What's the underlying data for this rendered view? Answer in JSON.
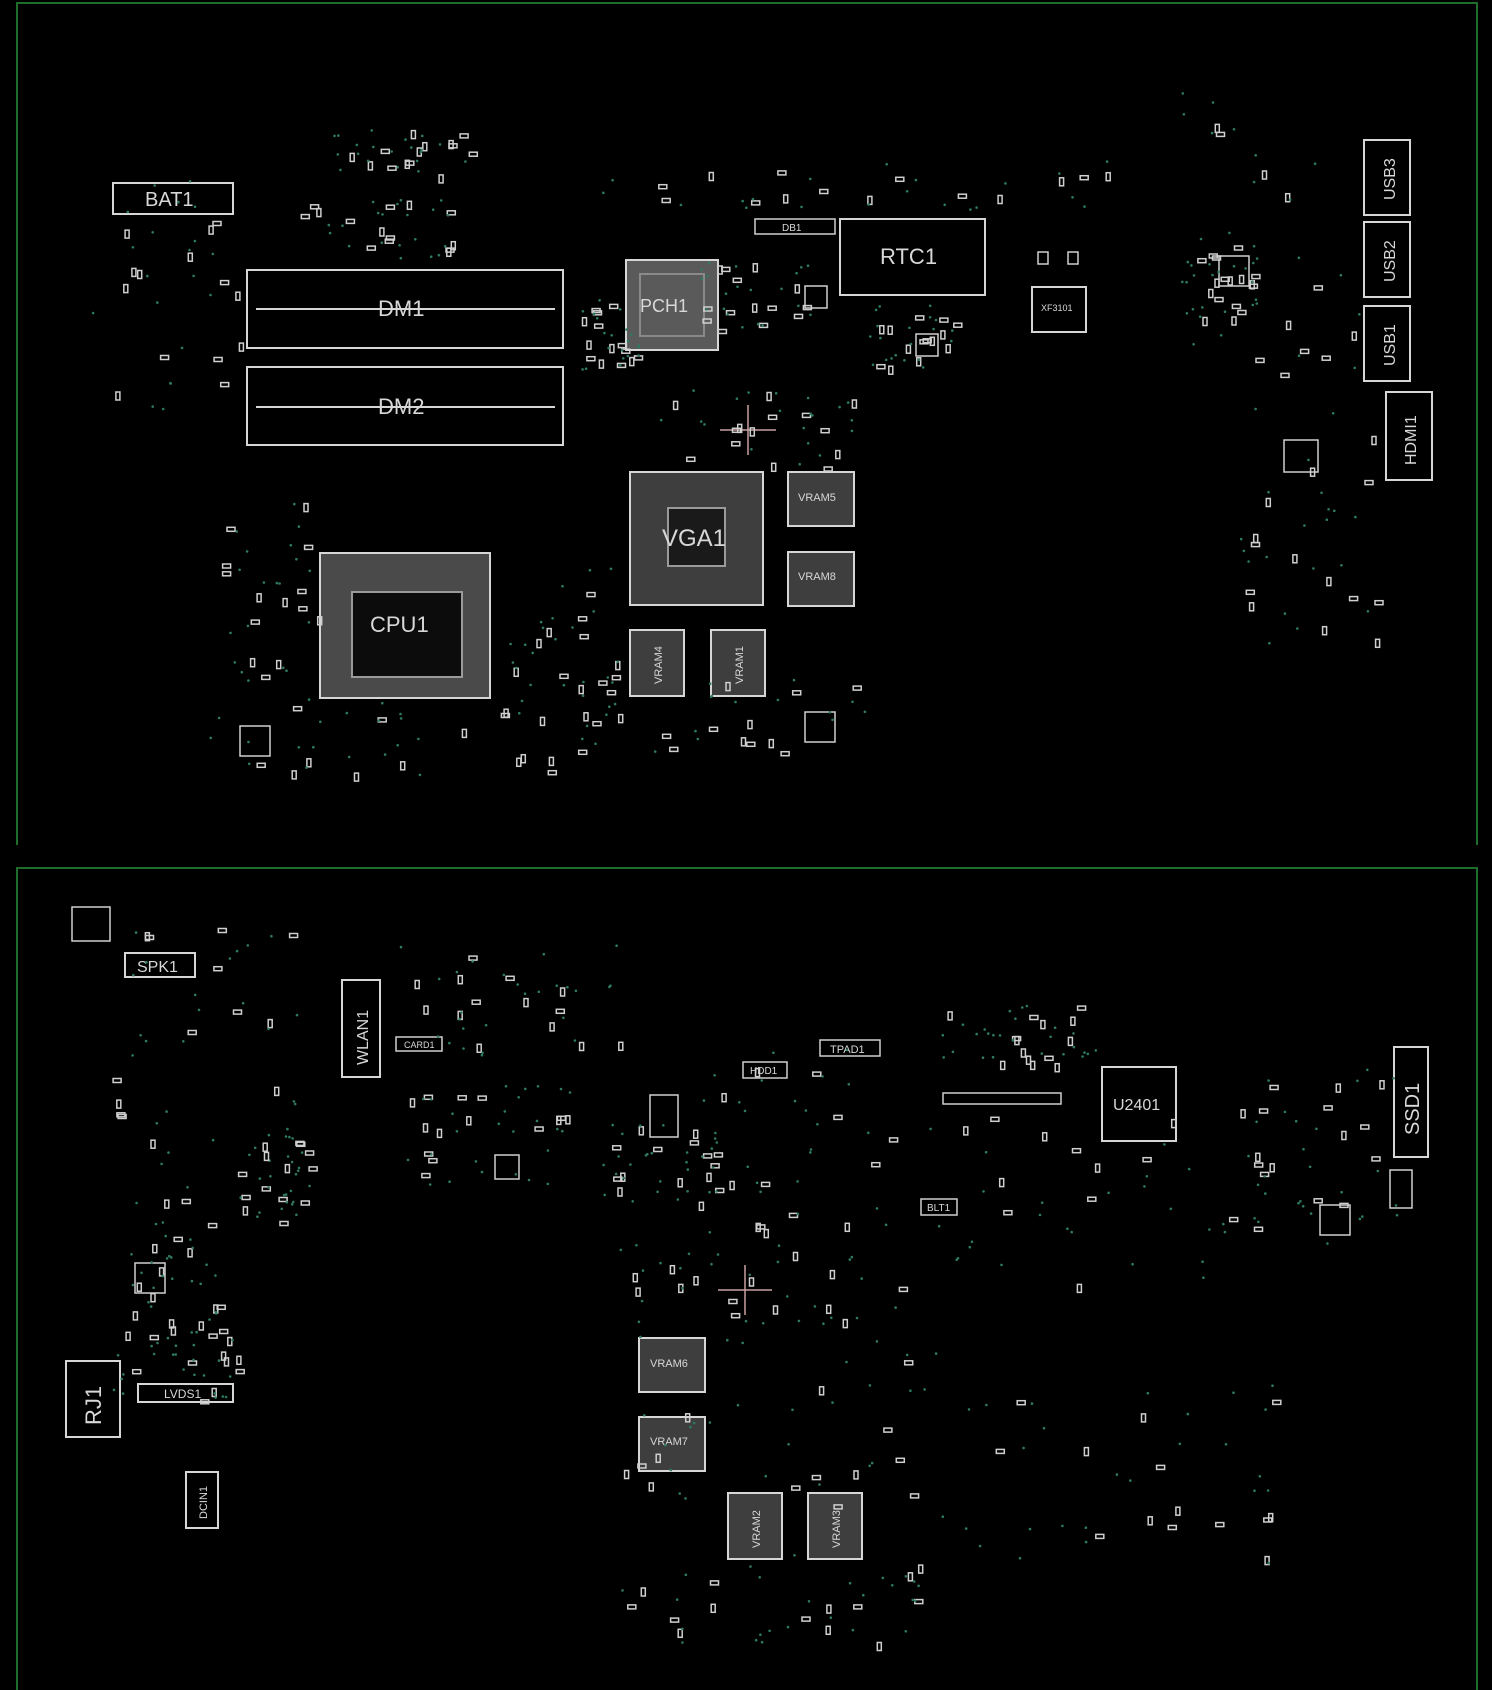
{
  "colors": {
    "background": "#000000",
    "frame": "#1f6d2a",
    "outline": "#d6d6d6",
    "via": "#2e7a63",
    "crosshair": "#c9a0a0"
  },
  "top_side": {
    "components": {
      "bat1": "BAT1",
      "dm1": "DM1",
      "dm2": "DM2",
      "rtc1": "RTC1",
      "db1": "DB1",
      "xf3101": "XF3101",
      "cpu1": "CPU1",
      "vga1": "VGA1",
      "vram5": "VRAM5",
      "vram8": "VRAM8",
      "vram4": "VRAM4",
      "vram1": "VRAM1",
      "usb3": "USB3",
      "usb2": "USB2",
      "usb1": "USB1",
      "hdmi1": "HDMI1",
      "pch1": "PCH1"
    }
  },
  "bottom_side": {
    "components": {
      "spk1": "SPK1",
      "wlan1": "WLAN1",
      "card1": "CARD1",
      "tpad1": "TPAD1",
      "hdd1": "HDD1",
      "u2401": "U2401",
      "ssd1": "SSD1",
      "blt1": "BLT1",
      "rj1": "RJ1",
      "lvds1": "LVDS1",
      "dcin1": "DCIN1",
      "vram6": "VRAM6",
      "vram7": "VRAM7",
      "vram2": "VRAM2",
      "vram3": "VRAM3"
    }
  }
}
